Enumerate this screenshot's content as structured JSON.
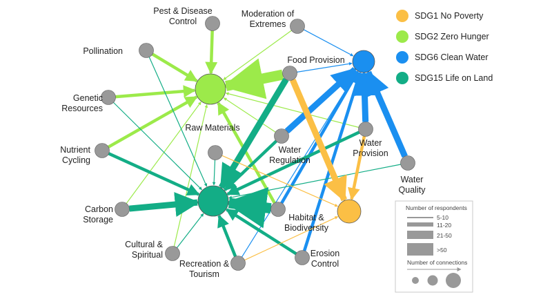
{
  "legend": {
    "sdgs": [
      {
        "id": "sdg1",
        "label": "SDG1 No Poverty",
        "color": "#fbbf45"
      },
      {
        "id": "sdg2",
        "label": "SDG2 Zero Hunger",
        "color": "#9cea4a"
      },
      {
        "id": "sdg6",
        "label": "SDG6 Clean Water",
        "color": "#1a8ff0"
      },
      {
        "id": "sdg15",
        "label": "SDG15 Life on Land",
        "color": "#13ad86"
      }
    ],
    "respondents_title": "Number of respondents",
    "respondent_bins": [
      "5-10",
      "11-20",
      "21-50",
      ">50"
    ],
    "connections_title": "Number of connections"
  },
  "node_color": "#999999",
  "nodes": [
    {
      "id": "pest",
      "label": [
        "Pest & Disease",
        "Control"
      ],
      "type": "service"
    },
    {
      "id": "moderation",
      "label": [
        "Moderation of",
        "Extremes"
      ],
      "type": "service"
    },
    {
      "id": "pollination",
      "label": [
        "Pollination"
      ],
      "type": "service"
    },
    {
      "id": "food",
      "label": [
        "Food Provision"
      ],
      "type": "service"
    },
    {
      "id": "genetic",
      "label": [
        "Genetic",
        "Resources"
      ],
      "type": "service"
    },
    {
      "id": "raw",
      "label": [
        "Raw Materials"
      ],
      "type": "service"
    },
    {
      "id": "nutrient",
      "label": [
        "Nutrient",
        "Cycling"
      ],
      "type": "service"
    },
    {
      "id": "waterreg",
      "label": [
        "Water",
        "Regulation"
      ],
      "type": "service"
    },
    {
      "id": "waterprov",
      "label": [
        "Water",
        "Provision"
      ],
      "type": "service"
    },
    {
      "id": "waterqual",
      "label": [
        "Water",
        "Quality"
      ],
      "type": "service"
    },
    {
      "id": "carbon",
      "label": [
        "Carbon",
        "Storage"
      ],
      "type": "service"
    },
    {
      "id": "habitat",
      "label": [
        "Habitat &",
        "Biodiversity"
      ],
      "type": "service"
    },
    {
      "id": "cultural",
      "label": [
        "Cultural &",
        "Spiritual"
      ],
      "type": "service"
    },
    {
      "id": "recreation",
      "label": [
        "Recreation &",
        "Tourism"
      ],
      "type": "service"
    },
    {
      "id": "erosion",
      "label": [
        "Erosion",
        "Control"
      ],
      "type": "service"
    },
    {
      "id": "sdg2",
      "label": [],
      "type": "sdg"
    },
    {
      "id": "sdg6",
      "label": [],
      "type": "sdg"
    },
    {
      "id": "sdg15",
      "label": [],
      "type": "sdg"
    },
    {
      "id": "sdg1",
      "label": [],
      "type": "sdg"
    }
  ],
  "edges": [
    {
      "from": "pest",
      "to": "sdg2",
      "level": 2
    },
    {
      "from": "pollination",
      "to": "sdg2",
      "level": 2
    },
    {
      "from": "genetic",
      "to": "sdg2",
      "level": 2
    },
    {
      "from": "nutrient",
      "to": "sdg2",
      "level": 2
    },
    {
      "from": "carbon",
      "to": "sdg2",
      "level": 1
    },
    {
      "from": "moderation",
      "to": "sdg2",
      "level": 1
    },
    {
      "from": "food",
      "to": "sdg2",
      "level": 4
    },
    {
      "from": "waterreg",
      "to": "sdg2",
      "level": 1
    },
    {
      "from": "waterprov",
      "to": "sdg2",
      "level": 1
    },
    {
      "from": "habitat",
      "to": "sdg2",
      "level": 2
    },
    {
      "from": "cultural",
      "to": "sdg2",
      "level": 1
    },
    {
      "from": "moderation",
      "to": "sdg6",
      "level": 1
    },
    {
      "from": "food",
      "to": "sdg6",
      "level": 1
    },
    {
      "from": "waterreg",
      "to": "sdg6",
      "level": 3
    },
    {
      "from": "waterprov",
      "to": "sdg6",
      "level": 3
    },
    {
      "from": "waterqual",
      "to": "sdg6",
      "level": 3
    },
    {
      "from": "habitat",
      "to": "sdg6",
      "level": 2
    },
    {
      "from": "erosion",
      "to": "sdg6",
      "level": 2
    },
    {
      "from": "recreation",
      "to": "sdg6",
      "level": 1
    },
    {
      "from": "pollination",
      "to": "sdg15",
      "level": 1
    },
    {
      "from": "genetic",
      "to": "sdg15",
      "level": 1
    },
    {
      "from": "nutrient",
      "to": "sdg15",
      "level": 2
    },
    {
      "from": "carbon",
      "to": "sdg15",
      "level": 3
    },
    {
      "from": "food",
      "to": "sdg15",
      "level": 3
    },
    {
      "from": "raw",
      "to": "sdg15",
      "level": 1
    },
    {
      "from": "waterreg",
      "to": "sdg15",
      "level": 2
    },
    {
      "from": "waterprov",
      "to": "sdg15",
      "level": 2
    },
    {
      "from": "waterqual",
      "to": "sdg15",
      "level": 1
    },
    {
      "from": "habitat",
      "to": "sdg15",
      "level": 4
    },
    {
      "from": "recreation",
      "to": "sdg15",
      "level": 2
    },
    {
      "from": "erosion",
      "to": "sdg15",
      "level": 2
    },
    {
      "from": "cultural",
      "to": "sdg15",
      "level": 1
    },
    {
      "from": "food",
      "to": "sdg1",
      "level": 3
    },
    {
      "from": "waterprov",
      "to": "sdg1",
      "level": 2
    },
    {
      "from": "raw",
      "to": "sdg1",
      "level": 1
    },
    {
      "from": "recreation",
      "to": "sdg1",
      "level": 1
    }
  ]
}
